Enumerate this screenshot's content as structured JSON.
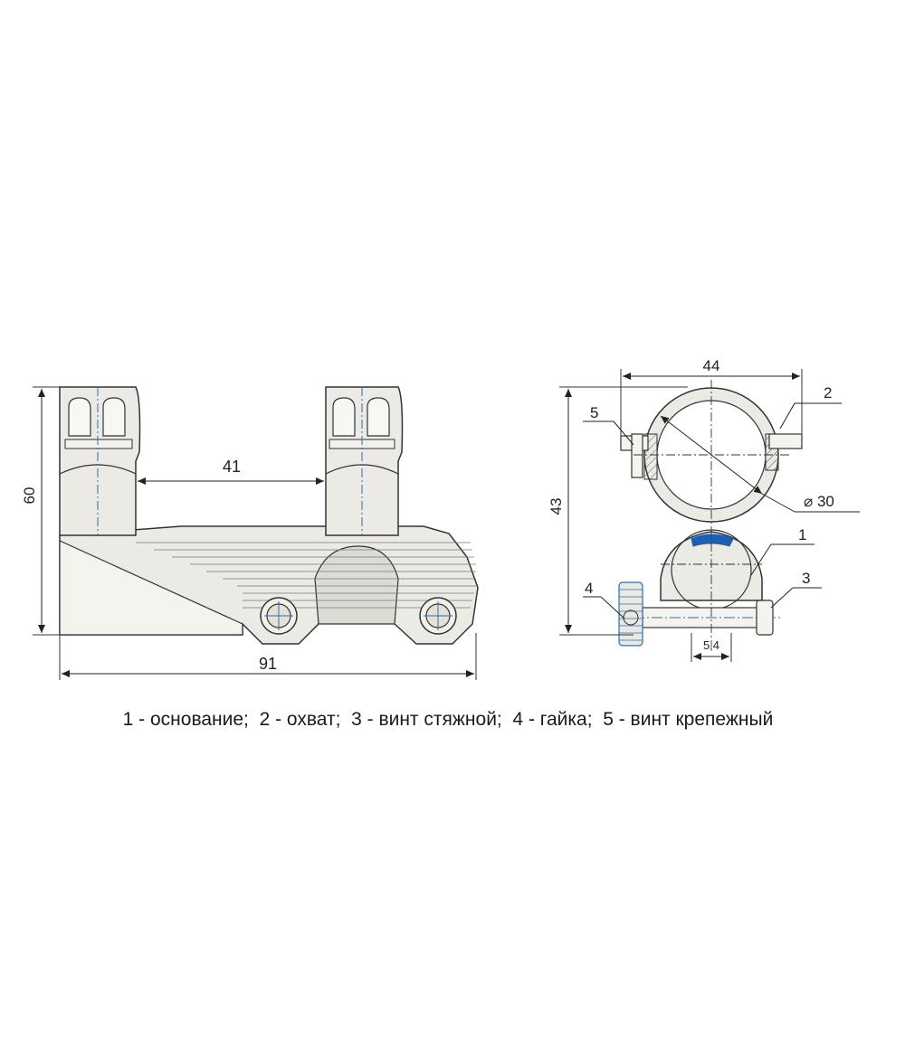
{
  "dimensions": {
    "side_height": "60",
    "ring_spacing": "41",
    "overall_length": "91",
    "ring_width": "44",
    "total_height": "43",
    "ring_diameter": "⌀ 30",
    "screw_offset": "5,4"
  },
  "callouts": {
    "c1": "1",
    "c2": "2",
    "c3": "3",
    "c4": "4",
    "c5": "5"
  },
  "caption": "1 - основание;  2 - охват;  3 - винт стяжной;  4 - гайка;  5 - винт крепежный",
  "colors": {
    "line": "#333333",
    "body": "#e9e8e3",
    "center_line": "#2e6fb0",
    "highlight": "#1f5fb3"
  }
}
